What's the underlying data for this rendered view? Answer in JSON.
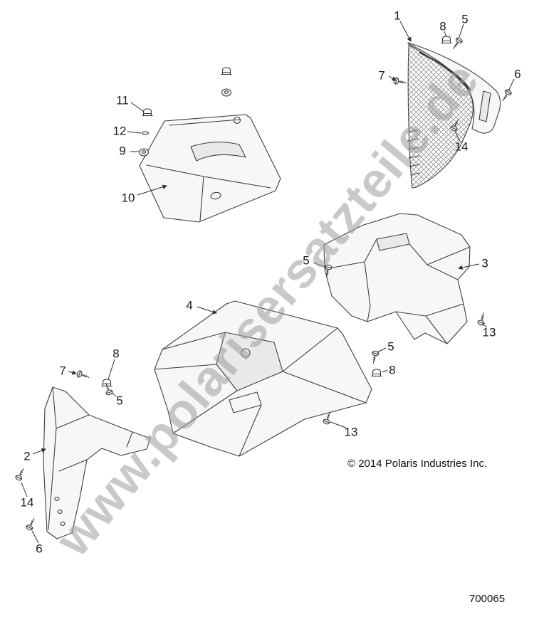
{
  "watermark": {
    "text": "www.polarisersatzteile.de"
  },
  "copyright": "© 2014 Polaris Industries Inc.",
  "diagram_number": "700065",
  "colors": {
    "line": "#3f3f3f",
    "label": "#1b1b1b",
    "watermark": "#9e9e9e"
  },
  "callouts": [
    {
      "label": "1"
    },
    {
      "label": "8"
    },
    {
      "label": "5"
    },
    {
      "label": "7"
    },
    {
      "label": "6"
    },
    {
      "label": "14"
    },
    {
      "label": "11"
    },
    {
      "label": "12"
    },
    {
      "label": "9"
    },
    {
      "label": "10"
    },
    {
      "label": "3"
    },
    {
      "label": "5"
    },
    {
      "label": "13"
    },
    {
      "label": "5"
    },
    {
      "label": "8"
    },
    {
      "label": "4"
    },
    {
      "label": "13"
    },
    {
      "label": "8"
    },
    {
      "label": "7"
    },
    {
      "label": "5"
    },
    {
      "label": "2"
    },
    {
      "label": "14"
    },
    {
      "label": "6"
    }
  ]
}
